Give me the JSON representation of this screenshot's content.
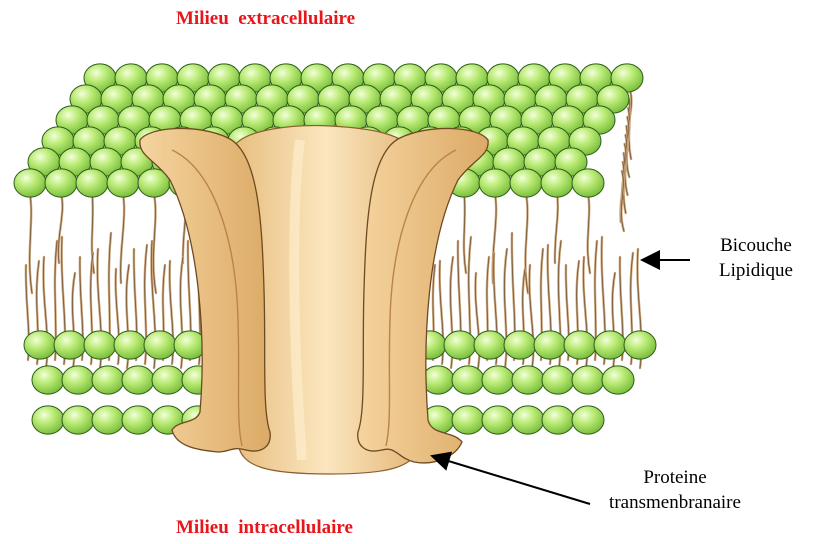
{
  "labels": {
    "top": "Milieu  extracellulaire",
    "bottom": "Milieu  intracellulaire",
    "bilayer_line1": "Bicouche",
    "bilayer_line2": "Lipidique",
    "protein_line1": "Proteine",
    "protein_line2": "transmenbranaire"
  },
  "colors": {
    "label_red": "#e8151b",
    "head_fill": "#aee36a",
    "head_stroke": "#2e5e18",
    "tail": "#c9a57c",
    "protein_light": "#f7dcae",
    "protein_mid": "#eec88d",
    "protein_dark": "#c99a5c",
    "arrow": "#000000"
  }
}
